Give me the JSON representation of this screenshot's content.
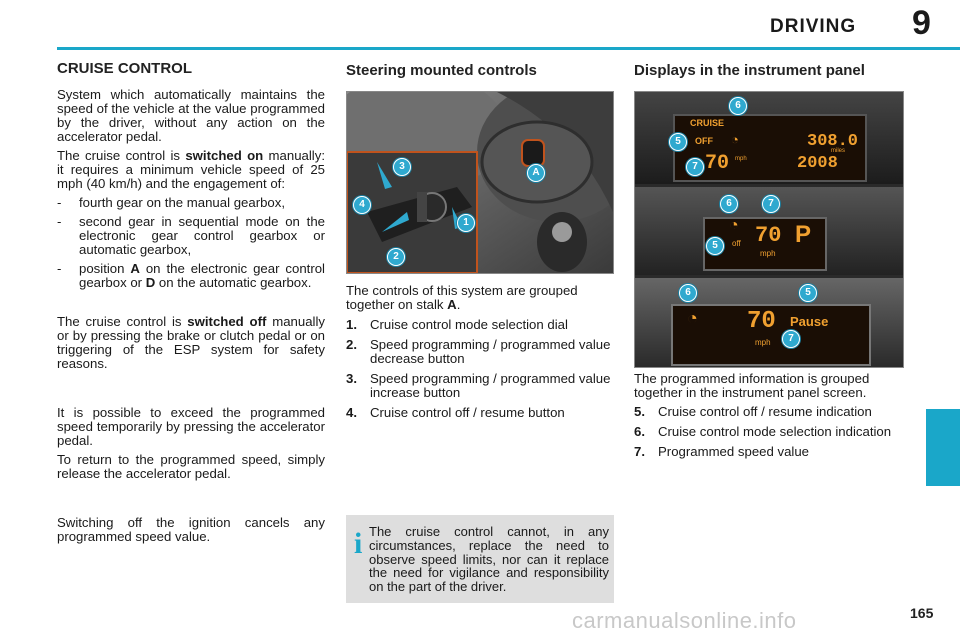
{
  "header": {
    "title": "DRIVING",
    "chapter": "9"
  },
  "col1": {
    "heading": "CRUISE CONTROL",
    "p1": "System which automatically maintains the speed of the vehicle at the value programmed by the driver, without any action on the accelerator pedal.",
    "p2_pre": "The cruise control is ",
    "p2_bold": "switched on",
    "p2_post": " manually: it requires a minimum vehicle speed of 25 mph (40 km/h) and the engagement of:",
    "bullets": [
      "fourth gear on the manual gearbox,",
      "second gear in sequential mode on the electronic gear control gearbox or automatic gearbox,"
    ],
    "bullet3": {
      "pre": "position ",
      "a": "A",
      "mid": " on the electronic gear control gearbox or ",
      "d": "D",
      "post": " on the automatic gearbox."
    },
    "p3_pre": "The cruise control is ",
    "p3_bold": "switched off",
    "p3_post": " manually or by pressing the brake or clutch pedal or on triggering of the ESP system for safety reasons.",
    "p4": "It is possible to exceed the programmed speed temporarily by pressing the accelerator pedal.",
    "p5": "To return to the programmed speed, simply release the accelerator pedal.",
    "p6": "Switching off the ignition cancels any programmed speed value."
  },
  "col2": {
    "heading": "Steering mounted controls",
    "intro_pre": "The controls of this system are grouped together on stalk ",
    "intro_bold": "A",
    "intro_post": ".",
    "items": [
      {
        "n": "1.",
        "t": "Cruise control mode selection dial"
      },
      {
        "n": "2.",
        "t": "Speed programming / programmed value decrease button"
      },
      {
        "n": "3.",
        "t": "Speed programming / programmed value increase button"
      },
      {
        "n": "4.",
        "t": "Cruise control off / resume button"
      }
    ],
    "callouts": [
      "3",
      "4",
      "1",
      "2",
      "A"
    ],
    "info": "The cruise control cannot, in any circumstances, replace the need to observe speed limits, nor can it replace the need for vigilance and responsibility on the part of the driver.",
    "info_icon": "i"
  },
  "col3": {
    "heading": "Displays in the instrument panel",
    "intro": "The programmed information is grouped together in the instrument panel screen.",
    "items": [
      {
        "n": "5.",
        "t": "Cruise control off / resume indication"
      },
      {
        "n": "6.",
        "t": "Cruise control mode selection indication"
      },
      {
        "n": "7.",
        "t": "Programmed speed value"
      }
    ],
    "display1": {
      "cruise": "CRUISE",
      "off": "OFF",
      "speed": "70",
      "unit": "mph",
      "odo": "308.0",
      "odo_unit": "miles",
      "trip": "2008"
    },
    "display2": {
      "speed": "70",
      "off": "off",
      "unit": "mph",
      "gear": "P"
    },
    "display3": {
      "speed": "70",
      "pause": "Pause",
      "unit": "mph"
    },
    "callouts": [
      "6",
      "5",
      "7",
      "6",
      "7",
      "5",
      "6",
      "5",
      "7"
    ]
  },
  "page_number": "165",
  "watermark": "carmanualsonline.info",
  "colors": {
    "accent": "#1aa7c9",
    "callout": "#2fa9cf",
    "lcd_amber": "#f0a030"
  }
}
